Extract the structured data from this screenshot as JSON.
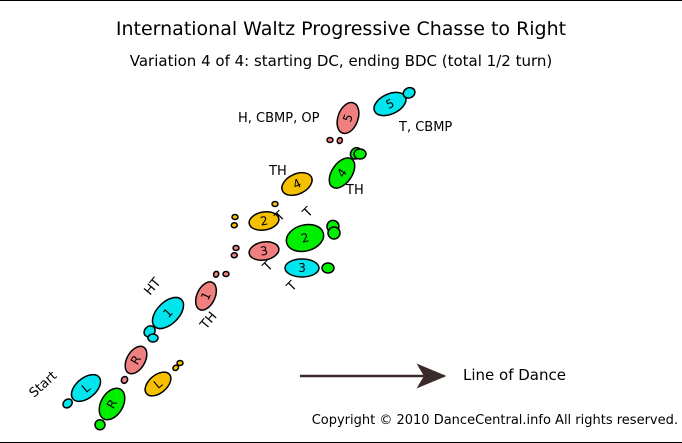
{
  "title": "International Waltz Progressive Chasse to Right",
  "subtitle": "Variation 4 of 4: starting DC, ending BDC (total 1/2 turn)",
  "colors": {
    "cyan": "#00e5ee",
    "green": "#00ee00",
    "pink": "#f08080",
    "gold": "#f5c000",
    "arrow": "#3a2a2a",
    "frame": "#000000"
  },
  "labels": {
    "start": "Start",
    "ht": "HT",
    "th_1": "TH",
    "th_4": "TH",
    "th_4r": "TH",
    "t_2a": "T",
    "t_2b": "T",
    "t_3a": "T",
    "t_3b": "T",
    "h_cbmp_op": "H, CBMP, OP",
    "t_cbmp": "T, CBMP"
  },
  "feet": {
    "start_l": "L",
    "start_r": "R",
    "pre_r": "R",
    "pre_l": "L",
    "s1_cyan": "1",
    "s1_pink": "1",
    "s2_gold": "2",
    "s2_green": "2",
    "s3_pink": "3",
    "s3_cyan": "3",
    "s4_gold": "4",
    "s4_green": "4",
    "s5_pink": "5",
    "s5_cyan": "5"
  },
  "legend": {
    "line_of_dance": "Line of Dance"
  },
  "copyright": "Copyright © 2010 DanceCentral.info All rights reserved."
}
